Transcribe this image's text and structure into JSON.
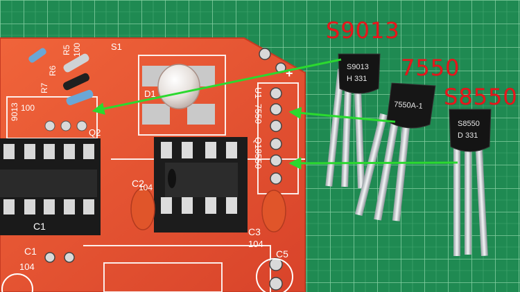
{
  "labels": {
    "s9013": "S9013",
    "n7550": "7550",
    "s8550": "S8550"
  },
  "chips": {
    "s9013_line1": "S9013",
    "s9013_line2": "H 331",
    "n7550_line1": "7550A-1",
    "s8550_line1": "S8550",
    "s8550_line2": "D 331"
  },
  "pcb": {
    "s1": "S1",
    "d1": "D1",
    "r6": "R6",
    "r5": "R5",
    "r7": "R7",
    "v100": "100",
    "v100b": "100",
    "q2": "Q2",
    "s9013": "9013",
    "u1": "U1",
    "n7550": "7550",
    "s8550": "8550",
    "q1": "Q1",
    "plus": "+",
    "c2": "C2",
    "c3": "C3",
    "v104a": "104",
    "c1": "C1",
    "v104b": "104",
    "c5": "C5",
    "v104c": "104",
    "ic": "C1"
  },
  "colors": {
    "mat": "#1f8a52",
    "pcb": "#e4502e",
    "arrow": "#2bd92f",
    "label": "#e8151b"
  }
}
